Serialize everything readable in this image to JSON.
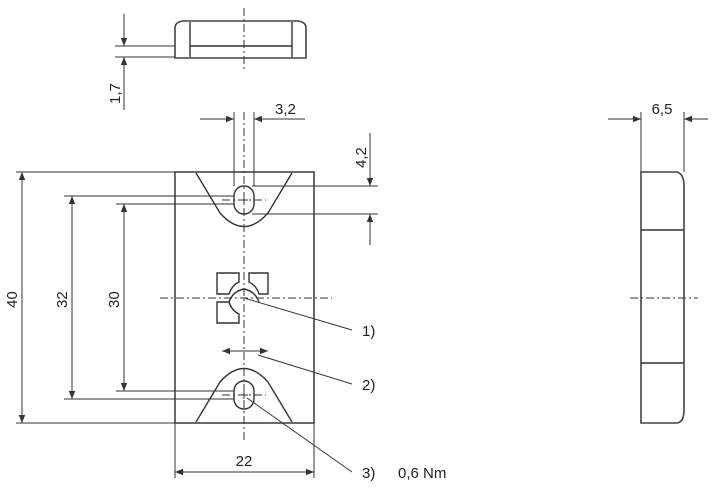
{
  "dimensions": {
    "top_thickness": "1,7",
    "slot_width": "3,2",
    "slot_depth": "4,2",
    "side_thickness": "6,5",
    "overall_height": "40",
    "hole_spacing_outer": "32",
    "hole_spacing_inner": "30",
    "overall_width": "22"
  },
  "callouts": {
    "c1": "1)",
    "c2": "2)",
    "c3": "3)",
    "torque": "0,6 Nm"
  }
}
